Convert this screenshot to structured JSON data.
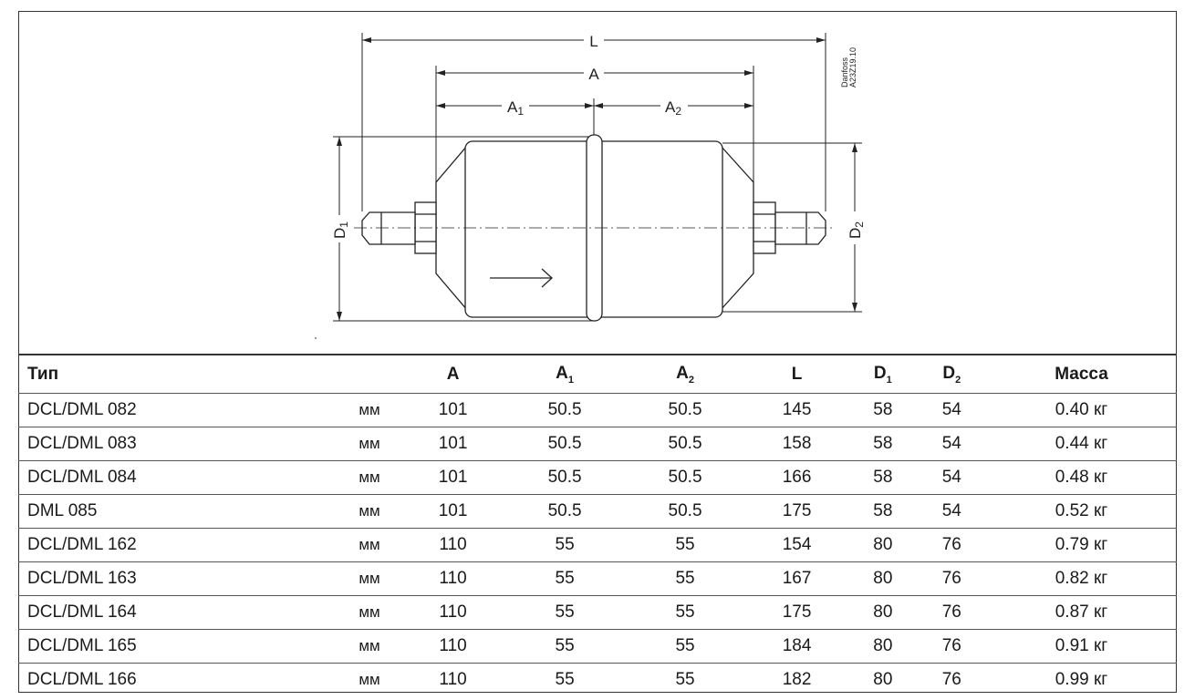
{
  "diagram": {
    "dim_L": "L",
    "dim_A": "A",
    "dim_A1": "A",
    "dim_A1_sub": "1",
    "dim_A2": "A",
    "dim_A2_sub": "2",
    "dim_D1": "D",
    "dim_D1_sub": "1",
    "dim_D2": "D",
    "dim_D2_sub": "2",
    "brand_note_line1": "Danfoss",
    "brand_note_line2": "A23Z19.10"
  },
  "table": {
    "headers": {
      "type": "Тип",
      "A": "A",
      "A1": "A",
      "A1_sub": "1",
      "A2": "A",
      "A2_sub": "2",
      "L": "L",
      "D1": "D",
      "D1_sub": "1",
      "D2": "D",
      "D2_sub": "2",
      "mass": "Масса"
    },
    "rows": [
      {
        "type": "DCL/DML 082",
        "unit": "мм",
        "A": "101",
        "A1": "50.5",
        "A2": "50.5",
        "L": "145",
        "D1": "58",
        "D2": "54",
        "mass": "0.40 кг"
      },
      {
        "type": "DCL/DML 083",
        "unit": "мм",
        "A": "101",
        "A1": "50.5",
        "A2": "50.5",
        "L": "158",
        "D1": "58",
        "D2": "54",
        "mass": "0.44 кг"
      },
      {
        "type": "DCL/DML 084",
        "unit": "мм",
        "A": "101",
        "A1": "50.5",
        "A2": "50.5",
        "L": "166",
        "D1": "58",
        "D2": "54",
        "mass": "0.48 кг"
      },
      {
        "type": "DML 085",
        "unit": "мм",
        "A": "101",
        "A1": "50.5",
        "A2": "50.5",
        "L": "175",
        "D1": "58",
        "D2": "54",
        "mass": "0.52 кг"
      },
      {
        "type": "DCL/DML 162",
        "unit": "мм",
        "A": "110",
        "A1": "55",
        "A2": "55",
        "L": "154",
        "D1": "80",
        "D2": "76",
        "mass": "0.79 кг"
      },
      {
        "type": "DCL/DML 163",
        "unit": "мм",
        "A": "110",
        "A1": "55",
        "A2": "55",
        "L": "167",
        "D1": "80",
        "D2": "76",
        "mass": "0.82 кг"
      },
      {
        "type": "DCL/DML 164",
        "unit": "мм",
        "A": "110",
        "A1": "55",
        "A2": "55",
        "L": "175",
        "D1": "80",
        "D2": "76",
        "mass": "0.87 кг"
      },
      {
        "type": "DCL/DML 165",
        "unit": "мм",
        "A": "110",
        "A1": "55",
        "A2": "55",
        "L": "184",
        "D1": "80",
        "D2": "76",
        "mass": "0.91 кг"
      },
      {
        "type": "DCL/DML 166",
        "unit": "мм",
        "A": "110",
        "A1": "55",
        "A2": "55",
        "L": "182",
        "D1": "80",
        "D2": "76",
        "mass": "0.99 кг"
      }
    ]
  }
}
